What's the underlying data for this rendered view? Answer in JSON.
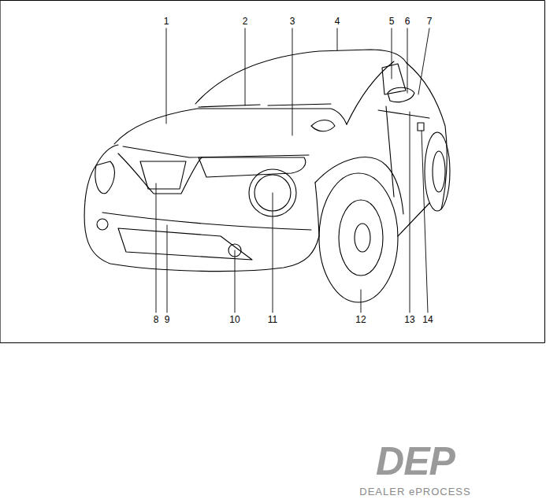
{
  "diagram": {
    "labels": [
      "1",
      "2",
      "3",
      "4",
      "5",
      "6",
      "7",
      "8",
      "9",
      "10",
      "11",
      "12",
      "13",
      "14",
      "DEP",
      "DEALER ePROCESS"
    ]
  }
}
